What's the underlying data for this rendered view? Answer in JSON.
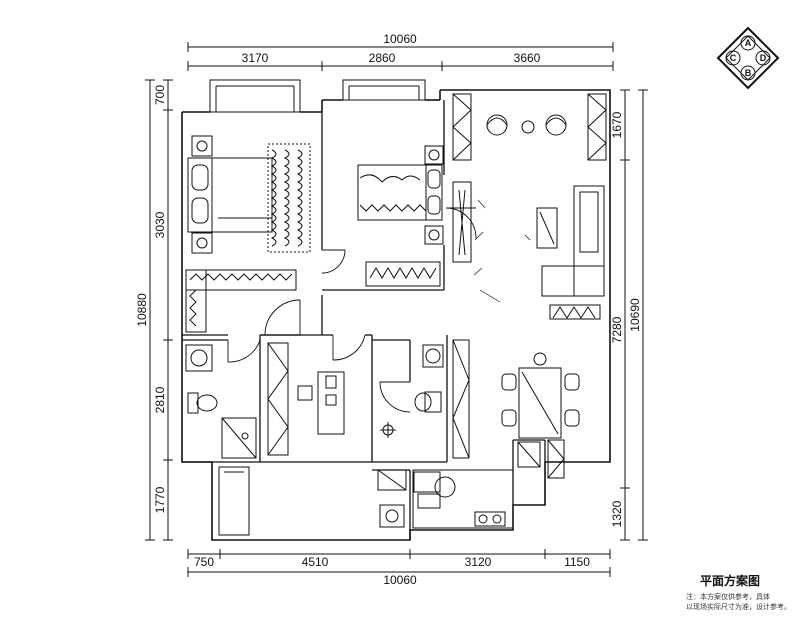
{
  "plan": {
    "title": "平面方案图",
    "notes": [
      "注：本方案仅供参考，具体",
      "以现场实际尺寸为准，设计参考。"
    ],
    "compass": [
      "A",
      "B",
      "C",
      "D"
    ],
    "dimensions": {
      "top_total": "10060",
      "top_segments": [
        "3170",
        "2860",
        "3660"
      ],
      "bottom_total": "10060",
      "bottom_segments": [
        "750",
        "4510",
        "3120",
        "1150"
      ],
      "left_total": "10880",
      "left_segments": [
        "700",
        "3030",
        "2810",
        "1770"
      ],
      "right_total": "10690",
      "right_segments": [
        "1670",
        "7280",
        "1320"
      ]
    }
  }
}
